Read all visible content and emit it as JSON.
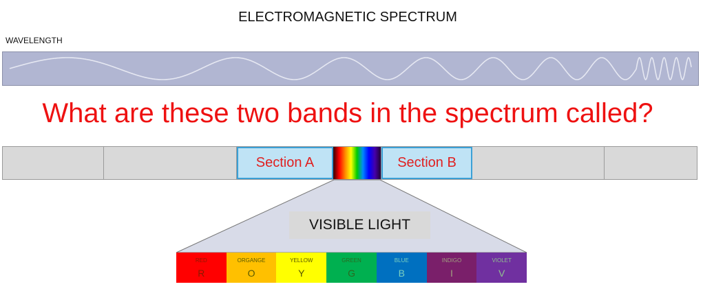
{
  "title": "ELECTROMAGNETIC SPECTRUM",
  "wavelength_label": "WAVELENGTH",
  "question": "What are these two bands in the spectrum called?",
  "section_a": "Section A",
  "section_b": "Section B",
  "visible_light": "VISIBLE LIGHT",
  "bands": [
    {
      "name": "RED",
      "letter": "R",
      "color": "#ff0000",
      "text": "#8a1a00"
    },
    {
      "name": "ORGANGE",
      "letter": "O",
      "color": "#ffc000",
      "text": "#5a5a00"
    },
    {
      "name": "YELLOW",
      "letter": "Y",
      "color": "#ffff00",
      "text": "#555500"
    },
    {
      "name": "GREEN",
      "letter": "G",
      "color": "#00b050",
      "text": "#2a6a20"
    },
    {
      "name": "BLUE",
      "letter": "B",
      "color": "#0070c0",
      "text": "#7ad0c0"
    },
    {
      "name": "INDIGO",
      "letter": "I",
      "color": "#7a1f6a",
      "text": "#a0a080"
    },
    {
      "name": "VIOLET",
      "letter": "V",
      "color": "#7030a0",
      "text": "#90c090"
    }
  ]
}
